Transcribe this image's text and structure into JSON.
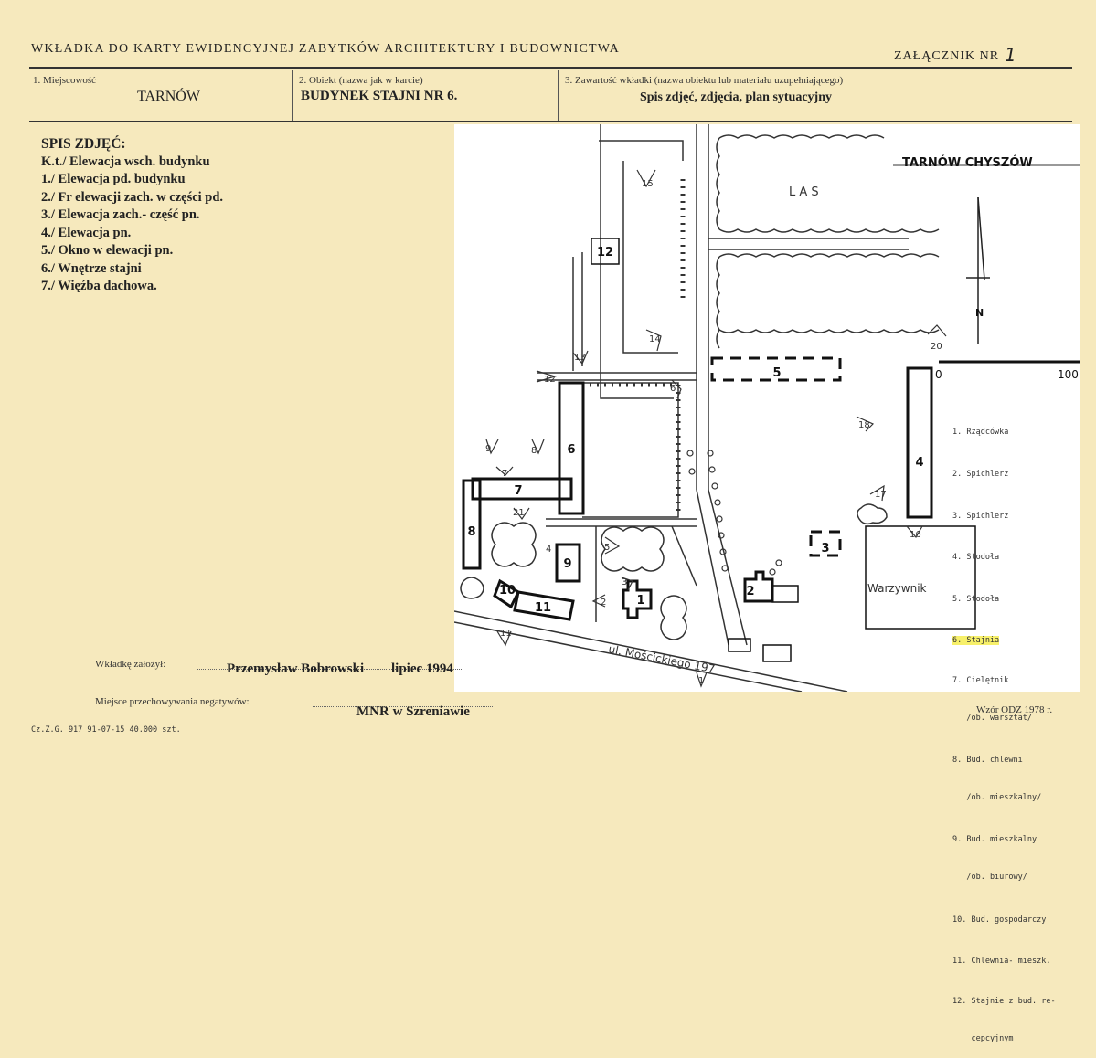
{
  "header": {
    "title": "WKŁADKA DO KARTY EWIDENCYJNEJ ZABYTKÓW ARCHITEKTURY I BUDOWNICTWA",
    "annex_label": "ZAŁĄCZNIK NR",
    "annex_number": "1"
  },
  "fields": {
    "f1_label": "1.  Miejscowość",
    "f1_value": "TARNÓW",
    "f2_label": "2.  Obiekt (nazwa jak w karcie)",
    "f2_value": "BUDYNEK STAJNI NR 6.",
    "f3_label": "3.  Zawartość wkładki (nazwa obiektu lub materiału uzupełniającego)",
    "f3_value": "Spis zdjęć, zdjęcia, plan sytuacyjny"
  },
  "photo_list": {
    "heading": "SPIS ZDJĘĆ:",
    "items": [
      "K.t./  Elewacja wsch. budynku",
      "1./ Elewacja pd. budynku",
      "2./ Fr elewacji zach. w części pd.",
      "3./ Elewacja zach.- część pn.",
      "4./ Elewacja pn.",
      "5./ Okno w elewacji pn.",
      "6./ Wnętrze stajni",
      "7./ Więźba dachowa."
    ]
  },
  "map": {
    "title": "TARNÓW  CHYSZÓW",
    "las": "L A S",
    "north": "N",
    "scale_min": "0",
    "scale_max": "100",
    "street": "ul. Mościckiego 197",
    "garden": "Warzywnik",
    "buildings": [
      "1",
      "2",
      "3",
      "4",
      "5",
      "6",
      "7",
      "8",
      "9",
      "10",
      "11",
      "12"
    ],
    "viewpoints": [
      "1",
      "2",
      "3",
      "4",
      "5",
      "6",
      "7",
      "8",
      "9",
      "12",
      "13",
      "14",
      "15",
      "16",
      "17",
      "18",
      "20",
      "21"
    ],
    "legend": [
      "1. Rządcówka",
      "2. Spichlerz",
      "3. Spichlerz",
      "4. Stodoła",
      "5. Stodoła",
      "6. Stajnia",
      "7. Cielętnik",
      "   /ob. warsztat/",
      "8. Bud. chlewni",
      "   /ob. mieszkalny/",
      "9. Bud. mieszkalny",
      "   /ob. biurowy/",
      "10. Bud. gospodarczy",
      "11. Chlewnia- mieszk.",
      "12. Stajnie z bud. re-",
      "    cepcyjnym"
    ]
  },
  "footer": {
    "founder_label": "Wkładkę założył:",
    "founder_value": "Przemysław Bobrowski",
    "date_value": "lipiec 1994",
    "storage_label": "Miejsce przechowywania negatywów:",
    "storage_value": "MNR w Szreniawie",
    "print_info": "Cz.Z.G. 917 91-07-15 40.000 szt.",
    "form_info": "Wzór ODZ 1978 r."
  }
}
